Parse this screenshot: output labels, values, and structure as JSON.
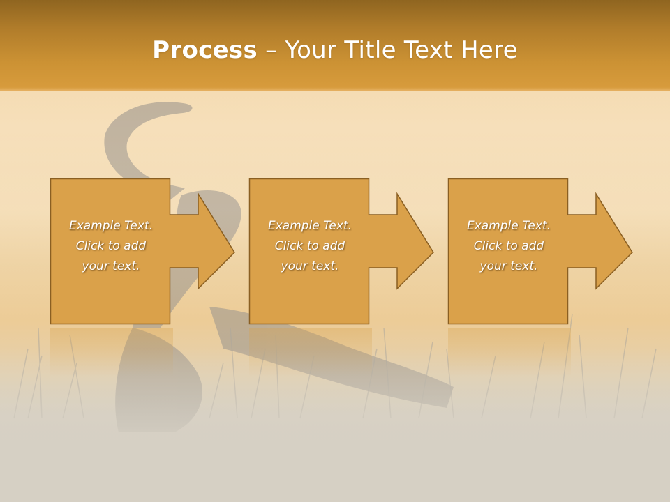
{
  "slide": {
    "title_strong": "Process",
    "title_rest": " – Your Title Text Here"
  },
  "steps": [
    {
      "line1": "Example Text.",
      "line2": "Click  to add",
      "line3": "your text."
    },
    {
      "line1": "Example Text.",
      "line2": "Click  to add",
      "line3": "your text."
    },
    {
      "line1": "Example Text.",
      "line2": "Click  to add",
      "line3": "your text."
    }
  ],
  "colors": {
    "box_fill": "#daa14a",
    "box_border": "#8a5f22",
    "title_band": "#d79b3c",
    "title_text": "#ffffff"
  }
}
